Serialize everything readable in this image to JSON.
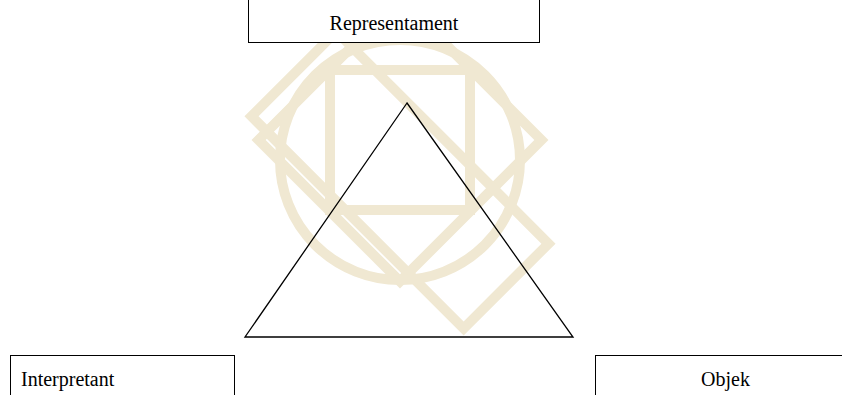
{
  "diagram": {
    "nodes": [
      {
        "text": [
          "Representament"
        ]
      },
      {
        "text": [
          "Interpretant"
        ]
      },
      {
        "text": [
          "Objek"
        ]
      }
    ]
  }
}
